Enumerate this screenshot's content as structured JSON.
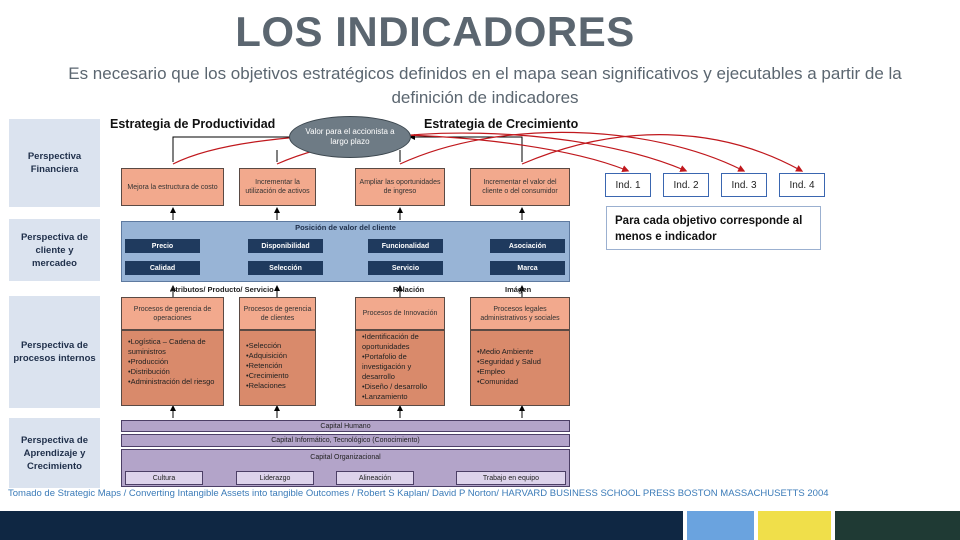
{
  "title": "LOS INDICADORES",
  "subtitle": "Es necesario que los objetivos estratégicos definidos en el mapa sean significativos y ejecutables a partir de la definición de indicadores",
  "perspectives": [
    "Perspectiva Financiera",
    "Perspectiva de cliente y mercadeo",
    "Perspectiva de procesos internos",
    "Perspectiva de Aprendizaje y Crecimiento"
  ],
  "strategies": {
    "productivity": "Estrategia de Productividad",
    "growth": "Estrategia de Crecimiento",
    "shareholder_value": "Valor para el accionista a largo plazo"
  },
  "financial_objectives": [
    "Mejora la estructura de costo",
    "Incrementar la utilización de activos",
    "Ampliar las oportunidades de ingreso",
    "Incrementar el valor del cliente o del consumidor"
  ],
  "customer_panel": {
    "title": "Posición de valor del cliente",
    "attributes": [
      "Precio",
      "Disponibilidad",
      "Funcionalidad",
      "Asociación",
      "Calidad",
      "Selección",
      "Servicio",
      "Marca"
    ],
    "bottom_labels": [
      "Atributos/ Producto/ Servicio",
      "Relación",
      "Imágen"
    ]
  },
  "processes": [
    {
      "head": "Procesos de gerencia de operaciones",
      "items": [
        "Logística – Cadena de suministros",
        "Producción",
        "Distribución",
        "Administración del riesgo"
      ]
    },
    {
      "head": "Procesos de gerencia de clientes",
      "items": [
        "Selección",
        "Adquisición",
        "Retención",
        "Crecimiento",
        "Relaciones"
      ]
    },
    {
      "head": "Procesos de Innovación",
      "items": [
        "Identificación de oportunidades",
        "Portafolio de investigación y desarrollo",
        "Diseño / desarrollo",
        "Lanzamiento"
      ]
    },
    {
      "head": "Procesos legales administrativos y sociales",
      "items": [
        "Medio Ambiente",
        "Seguridad y Salud",
        "Empleo",
        "Comunidad"
      ]
    }
  ],
  "learning": {
    "human": "Capital Humano",
    "info": "Capital Informático, Tecnológico (Conocimiento)",
    "org": "Capital Organizacional",
    "org_items": [
      "Cultura",
      "Liderazgo",
      "Alineación",
      "Trabajo en equipo"
    ]
  },
  "indicators": [
    "Ind. 1",
    "Ind. 2",
    "Ind. 3",
    "Ind. 4"
  ],
  "note": "Para cada objetivo corresponde al menos e indicador",
  "footer": "Tomado de Strategic Maps / Converting Intangible Assets into tangible Outcomes / Robert S Kaplan/ David P Norton/ HARVARD BUSINESS SCHOOL PRESS BOSTON MASSACHUSETTS 2004",
  "colors": {
    "bar1": "#0f2743",
    "bar2": "#6aa3df",
    "bar3": "#f0df4a",
    "bar4": "#1f3a34",
    "arrow": "#c0181d"
  }
}
